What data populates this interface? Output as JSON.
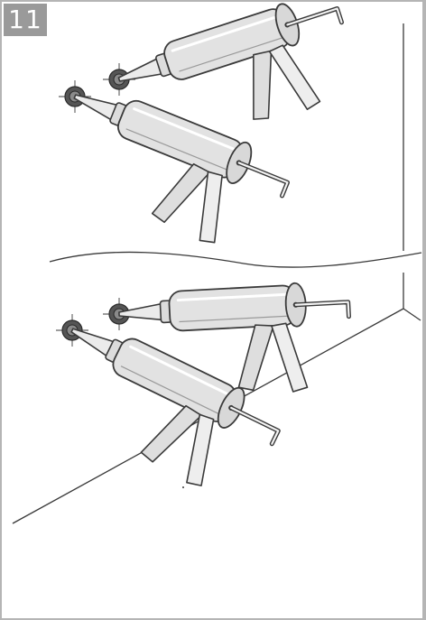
{
  "step": {
    "number": "11"
  },
  "illustration": {
    "subject": "caulking-gun",
    "panels": [
      {
        "id": "top",
        "guns": 2,
        "nozzles": 2
      },
      {
        "id": "bottom",
        "guns": 2,
        "nozzles": 2
      }
    ]
  },
  "colors": {
    "badge": "#9a9a9a",
    "frame": "#b5b5b5",
    "gun_fill": "#f2f2f2",
    "cartridge_fill": "#e2e2e2",
    "outline": "#3a3a3a",
    "seal_dark": "#555555"
  }
}
